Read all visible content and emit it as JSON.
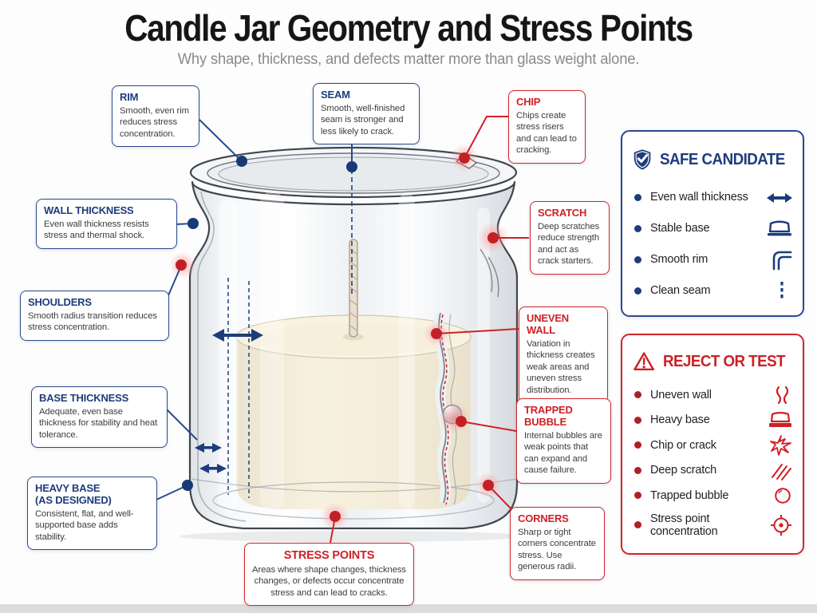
{
  "page": {
    "title": "Candle Jar Geometry and Stress Points",
    "subtitle": "Why shape, thickness, and defects matter more than glass weight alone."
  },
  "callouts": {
    "rim": {
      "title": "RIM",
      "body": "Smooth, even rim reduces stress concentration."
    },
    "seam": {
      "title": "SEAM",
      "body": "Smooth, well-finished seam is stronger and less likely to crack."
    },
    "chip": {
      "title": "CHIP",
      "body": "Chips create stress risers and can lead to cracking."
    },
    "wall_thickness": {
      "title": "WALL THICKNESS",
      "body": "Even wall thickness resists stress and thermal shock."
    },
    "scratch": {
      "title": "SCRATCH",
      "body": "Deep scratches reduce strength and act as crack starters."
    },
    "shoulders": {
      "title": "SHOULDERS",
      "body": "Smooth radius transition reduces stress concentration."
    },
    "uneven_wall": {
      "title": "UNEVEN WALL",
      "body": "Variation in thickness creates weak areas and uneven stress distribution."
    },
    "base_thickness": {
      "title": "BASE THICKNESS",
      "body": "Adequate, even base thickness for stability and heat tolerance."
    },
    "trapped_bubble": {
      "title": "TRAPPED BUBBLE",
      "body": "Internal bubbles are weak points that can expand and cause failure."
    },
    "heavy_base": {
      "title": "HEAVY BASE",
      "title2": "(AS DESIGNED)",
      "body": "Consistent, flat, and well-supported base adds stability."
    },
    "corners": {
      "title": "CORNERS",
      "body": "Sharp or tight corners concentrate stress. Use generous radii."
    },
    "stress_points": {
      "title": "STRESS POINTS",
      "body": "Areas where shape changes, thickness changes, or defects occur concentrate stress and can lead to cracks."
    }
  },
  "panels": {
    "safe": {
      "title": "SAFE CANDIDATE",
      "icon": "shield-check-icon",
      "items": [
        {
          "label": "Even wall thickness",
          "icon": "double-arrow-icon"
        },
        {
          "label": "Stable base",
          "icon": "stable-base-icon"
        },
        {
          "label": "Smooth rim",
          "icon": "smooth-rim-icon"
        },
        {
          "label": "Clean seam",
          "icon": "dashed-seam-icon"
        }
      ]
    },
    "reject": {
      "title": "REJECT OR TEST",
      "icon": "warning-triangle-icon",
      "items": [
        {
          "label": "Uneven wall",
          "icon": "wavy-lines-icon"
        },
        {
          "label": "Heavy base",
          "icon": "heavy-base-icon"
        },
        {
          "label": "Chip or crack",
          "icon": "crack-burst-icon"
        },
        {
          "label": "Deep scratch",
          "icon": "scratch-lines-icon"
        },
        {
          "label": "Trapped bubble",
          "icon": "bubble-icon"
        },
        {
          "label": "Stress point concentration",
          "icon": "target-icon"
        }
      ]
    }
  },
  "colors": {
    "navy": "#1d3c7c",
    "leader_blue": "#2a4b8d",
    "red": "#cd2127",
    "body_text": "#3d3d3d",
    "title_black": "#161616",
    "subtitle_gray": "#8a8a8a"
  }
}
